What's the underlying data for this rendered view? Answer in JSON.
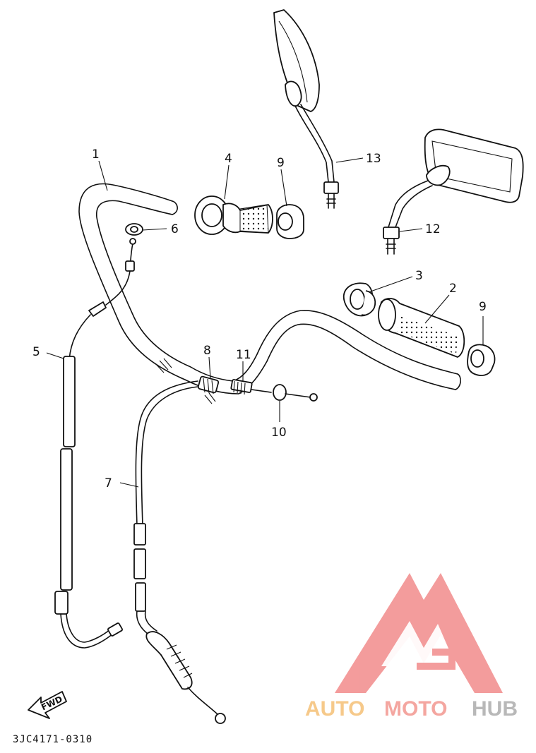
{
  "diagram": {
    "callouts": [
      {
        "id": "1",
        "label": "1"
      },
      {
        "id": "2",
        "label": "2"
      },
      {
        "id": "3",
        "label": "3"
      },
      {
        "id": "4",
        "label": "4"
      },
      {
        "id": "5",
        "label": "5"
      },
      {
        "id": "6",
        "label": "6"
      },
      {
        "id": "7",
        "label": "7"
      },
      {
        "id": "8",
        "label": "8"
      },
      {
        "id": "9a",
        "label": "9"
      },
      {
        "id": "9b",
        "label": "9"
      },
      {
        "id": "10",
        "label": "10"
      },
      {
        "id": "11",
        "label": "11"
      },
      {
        "id": "12",
        "label": "12"
      },
      {
        "id": "13",
        "label": "13"
      }
    ],
    "fwd_label": "FWD",
    "diagram_code": "3JC4171-0310"
  },
  "watermark": {
    "text_parts": [
      "AUTO",
      "MOTO",
      "HUB"
    ],
    "colors": {
      "auto": "#f6c98a",
      "moto": "#f4a6a0",
      "hub": "#b8b8b8",
      "logo": "#f28b8b"
    }
  }
}
